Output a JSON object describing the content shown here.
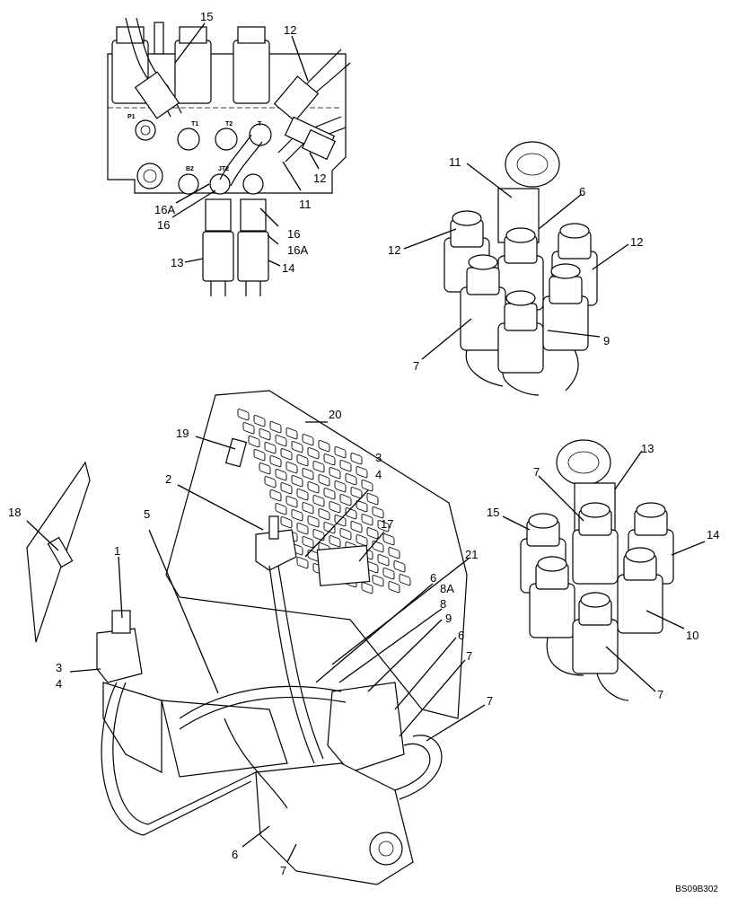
{
  "figure_id": "BS09B302",
  "callouts": [
    {
      "id": "c15-top",
      "text": "15"
    },
    {
      "id": "c12-top",
      "text": "12"
    },
    {
      "id": "c12-top-b",
      "text": "12"
    },
    {
      "id": "c11-top",
      "text": "11"
    },
    {
      "id": "c16a-left",
      "text": "16A"
    },
    {
      "id": "c16-left",
      "text": "16"
    },
    {
      "id": "c16-right",
      "text": "16"
    },
    {
      "id": "c16a-right",
      "text": "16A"
    },
    {
      "id": "c13-top",
      "text": "13"
    },
    {
      "id": "c14-top",
      "text": "14"
    },
    {
      "id": "c11-detA",
      "text": "11"
    },
    {
      "id": "c6-detA",
      "text": "6"
    },
    {
      "id": "c12-detA-left",
      "text": "12"
    },
    {
      "id": "c12-detA-right",
      "text": "12"
    },
    {
      "id": "c7-detA",
      "text": "7"
    },
    {
      "id": "c9-detA",
      "text": "9"
    },
    {
      "id": "c20",
      "text": "20"
    },
    {
      "id": "c19",
      "text": "19"
    },
    {
      "id": "c3-top",
      "text": "3"
    },
    {
      "id": "c4-top",
      "text": "4"
    },
    {
      "id": "c2",
      "text": "2"
    },
    {
      "id": "c18",
      "text": "18"
    },
    {
      "id": "c5",
      "text": "5"
    },
    {
      "id": "c17",
      "text": "17"
    },
    {
      "id": "c1",
      "text": "1"
    },
    {
      "id": "c21",
      "text": "21"
    },
    {
      "id": "c6-main",
      "text": "6"
    },
    {
      "id": "c8a",
      "text": "8A"
    },
    {
      "id": "c8",
      "text": "8"
    },
    {
      "id": "c9-main",
      "text": "9"
    },
    {
      "id": "c6-main-b",
      "text": "6"
    },
    {
      "id": "c7-main-a",
      "text": "7"
    },
    {
      "id": "c7-main-b",
      "text": "7"
    },
    {
      "id": "c3-left",
      "text": "3"
    },
    {
      "id": "c4-left",
      "text": "4"
    },
    {
      "id": "c6-bottom",
      "text": "6"
    },
    {
      "id": "c7-bottom",
      "text": "7"
    },
    {
      "id": "c13-detB",
      "text": "13"
    },
    {
      "id": "c7-detB-top",
      "text": "7"
    },
    {
      "id": "c15-detB",
      "text": "15"
    },
    {
      "id": "c14-detB",
      "text": "14"
    },
    {
      "id": "c10-detB",
      "text": "10"
    },
    {
      "id": "c7-detB-bottom",
      "text": "7"
    }
  ],
  "port_labels": {
    "p1": "P1",
    "t1": "T1",
    "t2": "T2",
    "t3": "T",
    "b2": "B2",
    "jt2": "JT2"
  }
}
